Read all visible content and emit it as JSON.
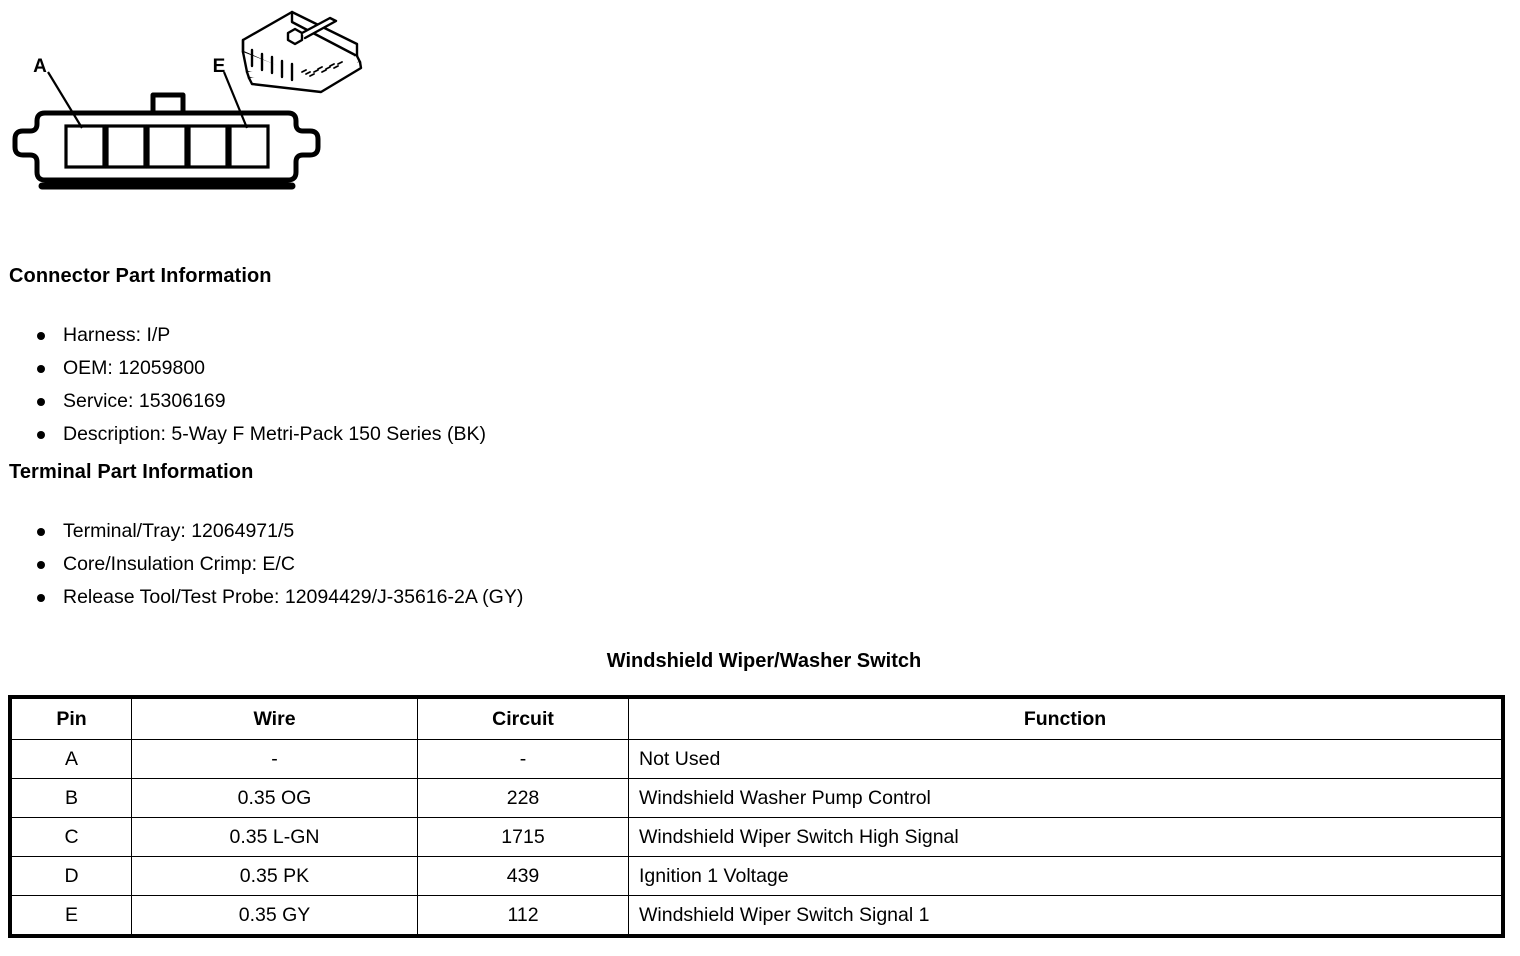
{
  "illustration": {
    "pin_labels": [
      {
        "name": "A",
        "cavity": 0
      },
      {
        "name": "E",
        "cavity": 4
      }
    ],
    "cavity_count": 5
  },
  "connector_part": {
    "heading": "Connector Part Information",
    "items": [
      "Harness: I/P",
      "OEM: 12059800",
      "Service: 15306169",
      "Description: 5-Way F Metri-Pack 150 Series (BK)"
    ]
  },
  "terminal_part": {
    "heading": "Terminal Part Information",
    "items": [
      "Terminal/Tray: 12064971/5",
      "Core/Insulation Crimp: E/C",
      "Release Tool/Test Probe: 12094429/J-35616-2A (GY)"
    ]
  },
  "pinout": {
    "title": "Windshield Wiper/Washer Switch",
    "columns": [
      "Pin",
      "Wire",
      "Circuit",
      "Function"
    ],
    "rows": [
      {
        "pin": "A",
        "wire": "-",
        "circuit": "-",
        "function": "Not Used"
      },
      {
        "pin": "B",
        "wire": "0.35 OG",
        "circuit": "228",
        "function": "Windshield Washer Pump Control"
      },
      {
        "pin": "C",
        "wire": "0.35 L-GN",
        "circuit": "1715",
        "function": "Windshield Wiper Switch High Signal"
      },
      {
        "pin": "D",
        "wire": "0.35 PK",
        "circuit": "439",
        "function": "Ignition 1 Voltage"
      },
      {
        "pin": "E",
        "wire": "0.35 GY",
        "circuit": "112",
        "function": "Windshield Wiper Switch Signal 1"
      }
    ]
  },
  "colors": {
    "ink": "#000000",
    "paper": "#ffffff"
  }
}
